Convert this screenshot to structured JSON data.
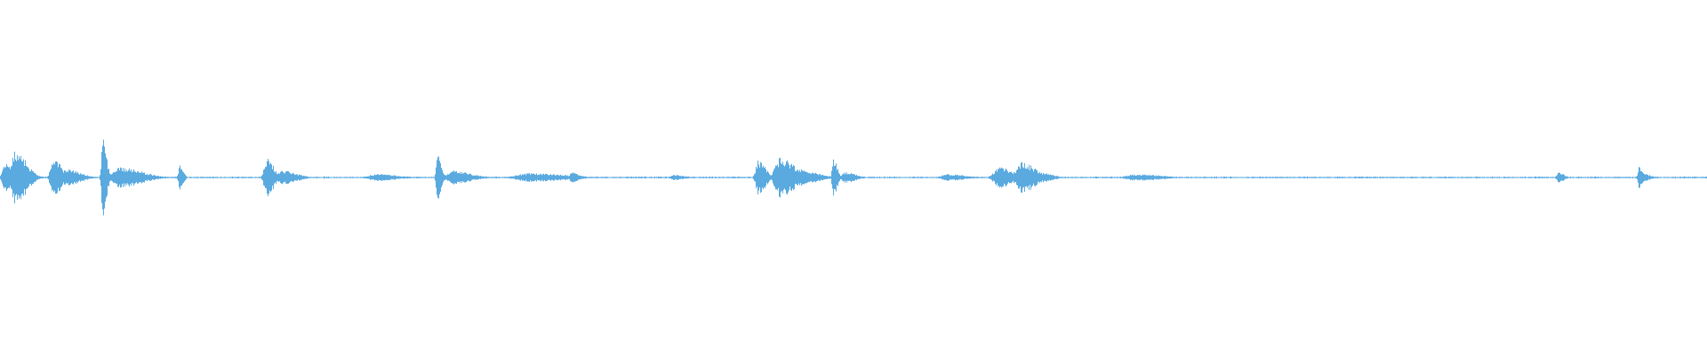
{
  "waveform": {
    "color": "#5aaae0",
    "background": "#ffffff",
    "amplitude_scale": 1.0,
    "baseline_amplitude": 0.006,
    "events": [
      {
        "t": 0.003,
        "amp": 0.1,
        "spread": 0.004
      },
      {
        "t": 0.009,
        "amp": 0.16,
        "spread": 0.006
      },
      {
        "t": 0.031,
        "amp": 0.13,
        "spread": 0.004
      },
      {
        "t": 0.038,
        "amp": 0.05,
        "spread": 0.008
      },
      {
        "t": 0.06,
        "amp": 0.26,
        "spread": 0.002
      },
      {
        "t": 0.07,
        "amp": 0.06,
        "spread": 0.012
      },
      {
        "t": 0.105,
        "amp": 0.07,
        "spread": 0.002
      },
      {
        "t": 0.156,
        "amp": 0.11,
        "spread": 0.004
      },
      {
        "t": 0.165,
        "amp": 0.04,
        "spread": 0.008
      },
      {
        "t": 0.22,
        "amp": 0.02,
        "spread": 0.012
      },
      {
        "t": 0.256,
        "amp": 0.14,
        "spread": 0.002
      },
      {
        "t": 0.265,
        "amp": 0.04,
        "spread": 0.01
      },
      {
        "t": 0.31,
        "amp": 0.025,
        "spread": 0.02
      },
      {
        "t": 0.335,
        "amp": 0.03,
        "spread": 0.004
      },
      {
        "t": 0.395,
        "amp": 0.015,
        "spread": 0.006
      },
      {
        "t": 0.444,
        "amp": 0.1,
        "spread": 0.004
      },
      {
        "t": 0.457,
        "amp": 0.12,
        "spread": 0.008
      },
      {
        "t": 0.467,
        "amp": 0.05,
        "spread": 0.01
      },
      {
        "t": 0.488,
        "amp": 0.12,
        "spread": 0.002
      },
      {
        "t": 0.495,
        "amp": 0.03,
        "spread": 0.006
      },
      {
        "t": 0.555,
        "amp": 0.02,
        "spread": 0.01
      },
      {
        "t": 0.585,
        "amp": 0.06,
        "spread": 0.008
      },
      {
        "t": 0.598,
        "amp": 0.09,
        "spread": 0.008
      },
      {
        "t": 0.61,
        "amp": 0.03,
        "spread": 0.006
      },
      {
        "t": 0.665,
        "amp": 0.02,
        "spread": 0.014
      },
      {
        "t": 0.913,
        "amp": 0.03,
        "spread": 0.003
      },
      {
        "t": 0.96,
        "amp": 0.07,
        "spread": 0.002
      },
      {
        "t": 0.963,
        "amp": 0.02,
        "spread": 0.004
      }
    ]
  }
}
